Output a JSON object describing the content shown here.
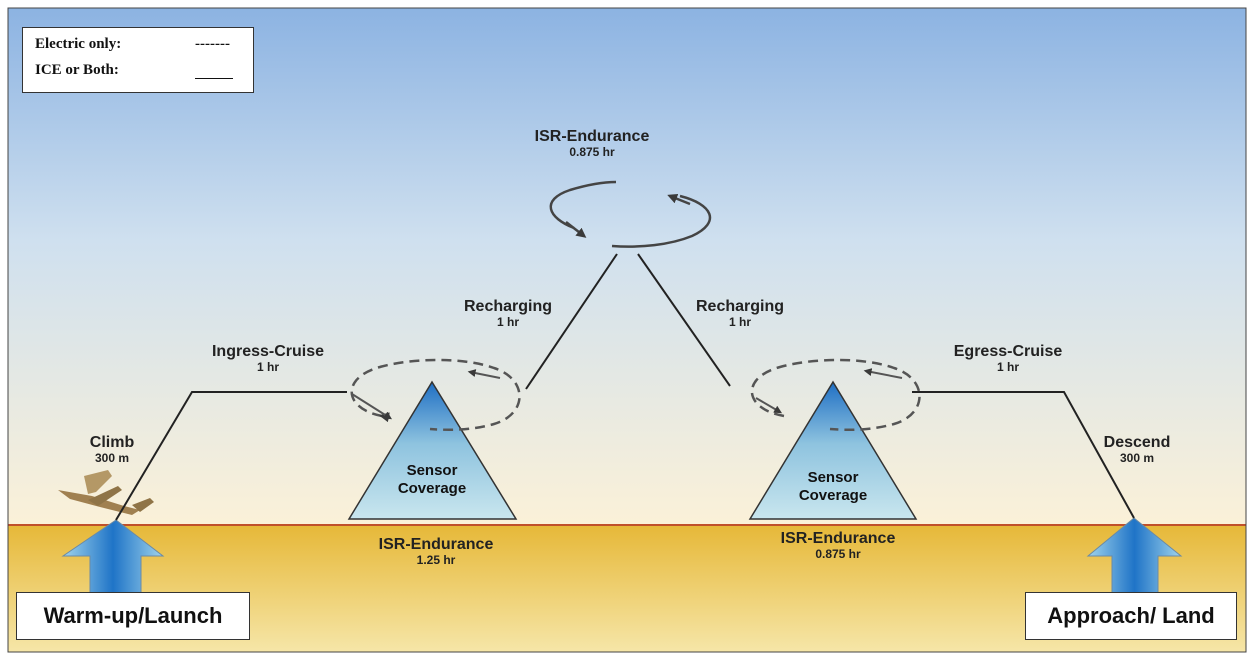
{
  "legend": {
    "electric_label": "Electric only:",
    "electric_sample": "-------",
    "ice_label": "ICE or Both:"
  },
  "mission": {
    "climb": {
      "title": "Climb",
      "value": "300 m"
    },
    "ingress": {
      "title": "Ingress-Cruise",
      "value": "1 hr"
    },
    "recharge_left": {
      "title": "Recharging",
      "value": "1 hr"
    },
    "isr_top": {
      "title": "ISR-Endurance",
      "value": "0.875 hr"
    },
    "recharge_right": {
      "title": "Recharging",
      "value": "1 hr"
    },
    "egress": {
      "title": "Egress-Cruise",
      "value": "1 hr"
    },
    "descend": {
      "title": "Descend",
      "value": "300 m"
    },
    "isr_left": {
      "title": "ISR-Endurance",
      "value": "1.25 hr"
    },
    "isr_right": {
      "title": "ISR-Endurance",
      "value": "0.875 hr"
    }
  },
  "sensor": {
    "line1": "Sensor",
    "line2": "Coverage"
  },
  "phases": {
    "launch": "Warm-up/Launch",
    "land": "Approach/ Land"
  },
  "colors": {
    "sky_top": "#8cb3e2",
    "sky_bottom": "#fbf1d8",
    "ground": "#e8c54a",
    "horizon": "#c0502a",
    "arrow_blue": "#1f74c7"
  }
}
